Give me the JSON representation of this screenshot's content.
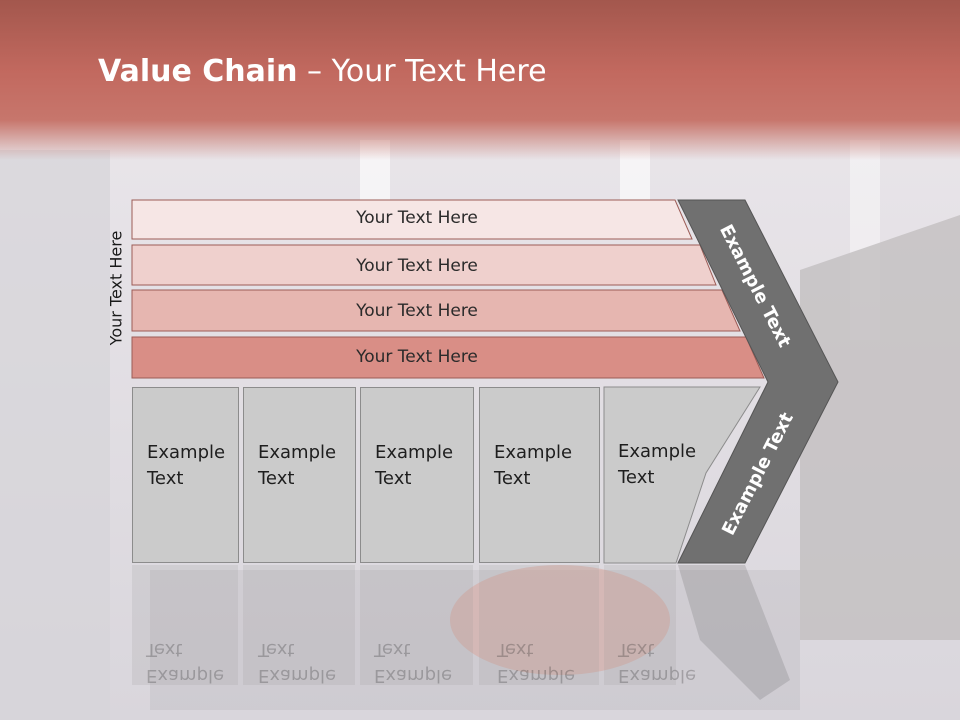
{
  "slide": {
    "title_bold": "Value Chain",
    "title_rest": " – Your Text Here",
    "side_label": "Your Text Here"
  },
  "bars": [
    {
      "label": "Your Text Here",
      "color": "#f6e6e5"
    },
    {
      "label": "Your Text Here",
      "color": "#efd0cd"
    },
    {
      "label": "Your Text Here",
      "color": "#e6b6b0"
    },
    {
      "label": "Your Text Here",
      "color": "#d98e86"
    }
  ],
  "boxes": [
    {
      "label": "Example Text"
    },
    {
      "label": "Example Text"
    },
    {
      "label": "Example Text"
    },
    {
      "label": "Example Text"
    },
    {
      "label": "Example Text"
    }
  ],
  "chevron": {
    "top_label": "Example Text",
    "bottom_label": "Example Text",
    "color": "#707070"
  },
  "colors": {
    "header": "#c2695f",
    "box_fill": "#cbcbcb"
  }
}
